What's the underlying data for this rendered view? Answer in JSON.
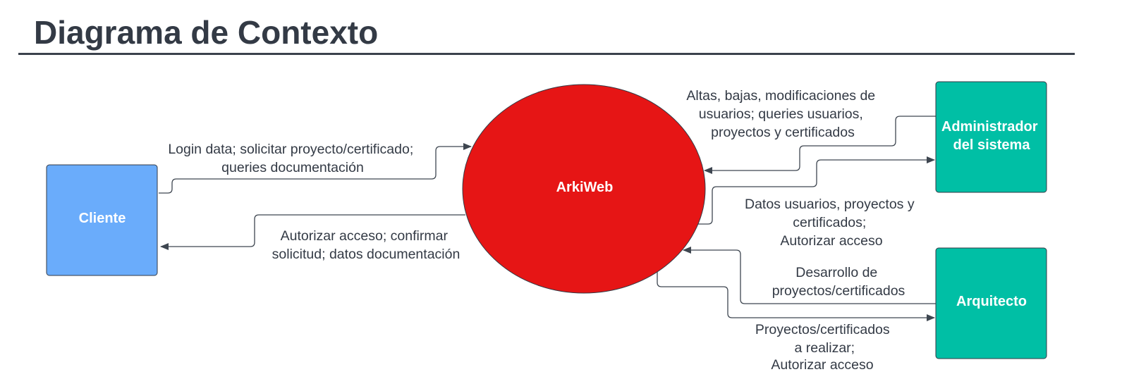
{
  "title": "Diagrama de Contexto",
  "colors": {
    "cliente": "#6aacfb",
    "arkiweb": "#e61515",
    "admin": "#00bfa5",
    "arquitecto": "#00bfa5",
    "edge": "#3e4650",
    "text": "#333a45"
  },
  "nodes": {
    "cliente": {
      "label": [
        "Cliente"
      ]
    },
    "arkiweb": {
      "label": [
        "ArkiWeb"
      ]
    },
    "admin": {
      "label": [
        "Administrador",
        "del sistema"
      ]
    },
    "arquitecto": {
      "label": [
        "Arquitecto"
      ]
    }
  },
  "flows": {
    "cliente_to_arkiweb": [
      "Login data; solicitar proyecto/certificado;",
      "queries documentación"
    ],
    "arkiweb_to_cliente": [
      "Autorizar acceso; confirmar",
      "solicitud; datos documentación"
    ],
    "admin_to_arkiweb": [
      "Altas, bajas, modificaciones de",
      "usuarios; queries usuarios,",
      "proyectos y certificados"
    ],
    "arkiweb_to_admin": [
      "Datos usuarios, proyectos y",
      "certificados;",
      "Autorizar acceso"
    ],
    "arquitecto_to_arkiweb": [
      "Desarrollo de",
      "proyectos/certificados"
    ],
    "arkiweb_to_arquitecto": [
      "Proyectos/certificados",
      "a realizar;",
      "Autorizar acceso"
    ]
  }
}
